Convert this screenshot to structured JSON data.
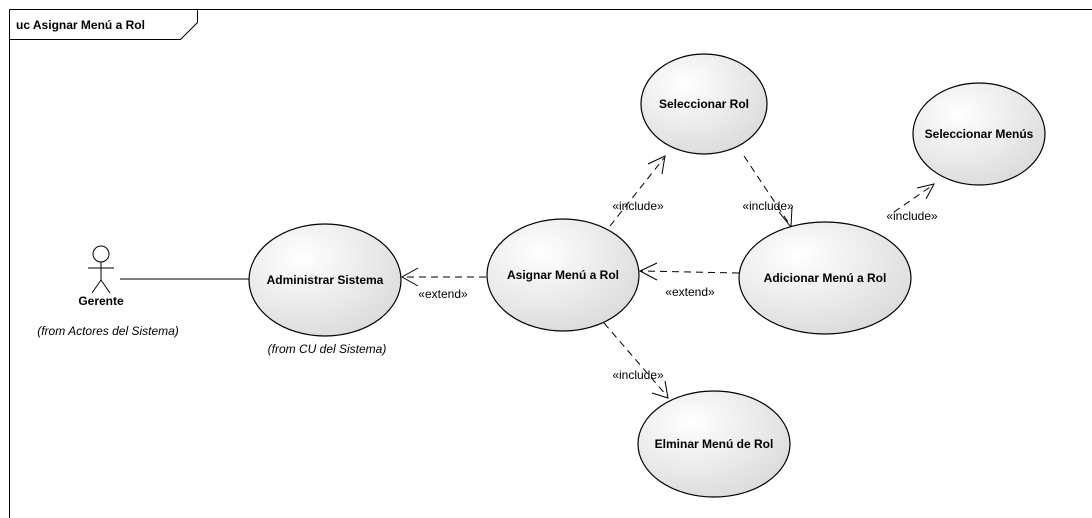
{
  "frame": {
    "title": "uc Asignar Menú a Rol"
  },
  "actors": [
    {
      "name": "Gerente",
      "note": "(from Actores del Sistema)"
    }
  ],
  "use_cases": [
    {
      "id": "administrar_sistema",
      "label": "Administrar Sistema",
      "note": "(from CU del Sistema)"
    },
    {
      "id": "asignar_menu_rol",
      "label": "Asignar Menú a Rol"
    },
    {
      "id": "seleccionar_rol",
      "label": "Seleccionar Rol"
    },
    {
      "id": "seleccionar_menus",
      "label": "Seleccionar Menús"
    },
    {
      "id": "adicionar_menu_rol",
      "label": "Adicionar Menú a Rol"
    },
    {
      "id": "eliminar_menu_rol",
      "label": "Elminar Menú de Rol"
    }
  ],
  "relationships": [
    {
      "from": "Gerente",
      "to": "administrar_sistema",
      "kind": "association",
      "label": ""
    },
    {
      "from": "asignar_menu_rol",
      "to": "administrar_sistema",
      "kind": "dependency",
      "label": "«extend»"
    },
    {
      "from": "asignar_menu_rol",
      "to": "seleccionar_rol",
      "kind": "dependency",
      "label": "«include»"
    },
    {
      "from": "seleccionar_rol",
      "to": "adicionar_menu_rol",
      "kind": "dependency",
      "label": "«include»"
    },
    {
      "from": "adicionar_menu_rol",
      "to": "seleccionar_menus",
      "kind": "dependency",
      "label": "«include»"
    },
    {
      "from": "adicionar_menu_rol",
      "to": "asignar_menu_rol",
      "kind": "dependency",
      "label": "«extend»"
    },
    {
      "from": "asignar_menu_rol",
      "to": "eliminar_menu_rol",
      "kind": "dependency",
      "label": "«include»"
    }
  ]
}
